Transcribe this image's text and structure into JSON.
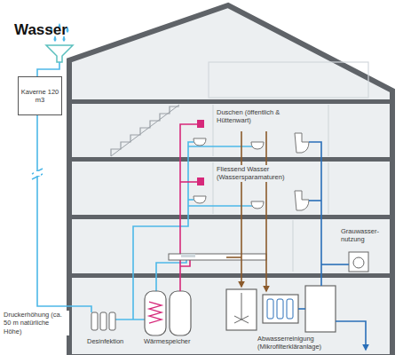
{
  "diagram": {
    "title": "Wasser",
    "nodes": [
      {
        "text": [
          "Kaverne 120 m3"
        ]
      }
    ],
    "labels": [
      "Duschen (öffentlich & Hüttenwart)",
      "Fliessend Wasser (Wassersparamaturen)",
      "Grauwasser- nutzung",
      "Druckerhöhung (ca. 50 m natürliche Höhe)",
      "Desinfektion",
      "Wärmespeicher",
      "Abwasserreinigung (Mikrofilterkläranlage)"
    ]
  }
}
